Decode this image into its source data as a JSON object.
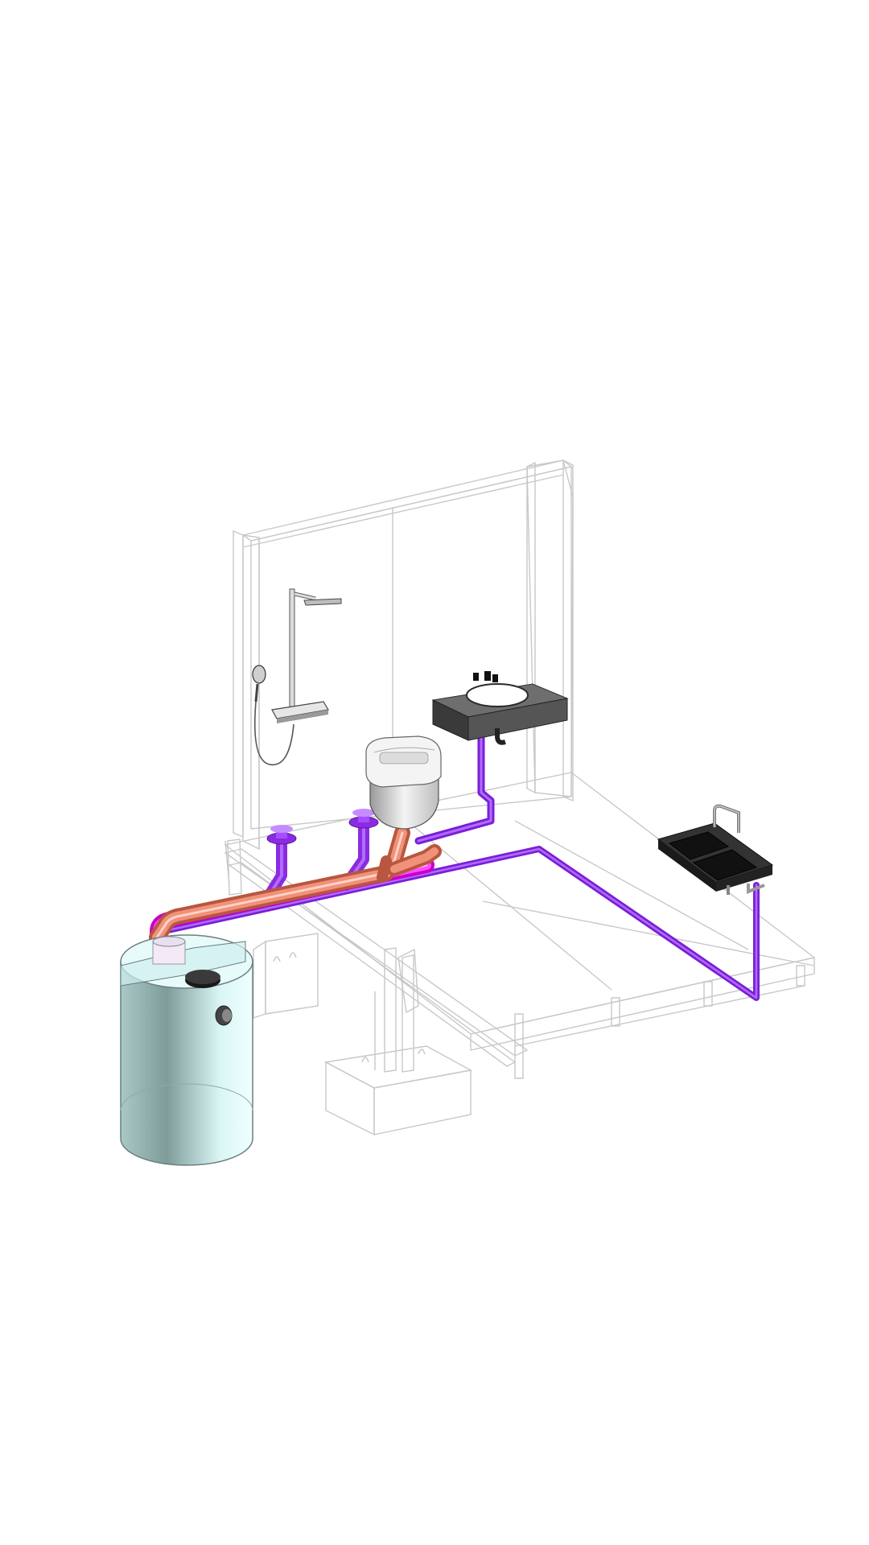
{
  "scene": {
    "background": "#ffffff",
    "colors": {
      "structure_line": "#c8c8c8",
      "purple_pipe": "#9b30ff",
      "magenta_pipe": "#ff3cff",
      "orange_pipe": "#e8826a",
      "tank_body": "#cfe8e6",
      "sink_dark": "#4a4a4a",
      "kitchen_sink": "#222222",
      "chrome": "#8a8a8a"
    },
    "components": [
      {
        "name": "storage-tank"
      },
      {
        "name": "shower-column"
      },
      {
        "name": "wall-hung-toilet"
      },
      {
        "name": "washbasin"
      },
      {
        "name": "kitchen-sink"
      },
      {
        "name": "floor-drain"
      },
      {
        "name": "floor-drain"
      }
    ]
  }
}
